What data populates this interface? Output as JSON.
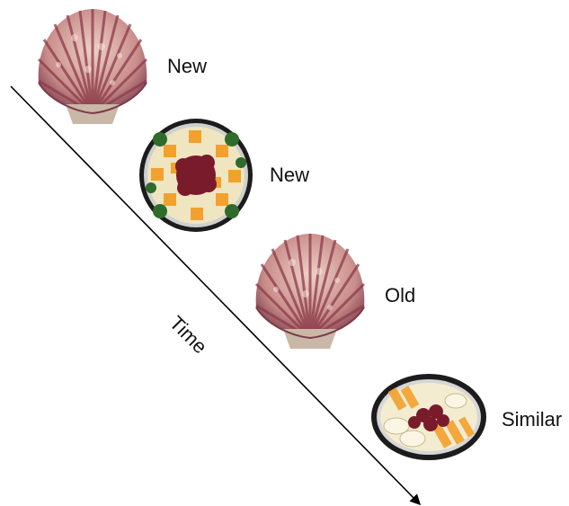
{
  "timeline": {
    "axis_label": "Time"
  },
  "trials": [
    {
      "stimulus": "scallop-shell-icon",
      "label": "New"
    },
    {
      "stimulus": "cheese-platter-icon",
      "label": "New"
    },
    {
      "stimulus": "scallop-shell-icon",
      "label": "Old"
    },
    {
      "stimulus": "cheese-platter-icon",
      "label": "Similar"
    }
  ],
  "colors": {
    "shell_base": "#d9a8a0",
    "shell_rib": "#8c3b4a",
    "platter_rim": "#1c1c1c",
    "cheddar": "#f2a12e",
    "white_cheese": "#efe5c0",
    "grapes": "#7a1b2b",
    "broccoli": "#2f6b2a"
  }
}
